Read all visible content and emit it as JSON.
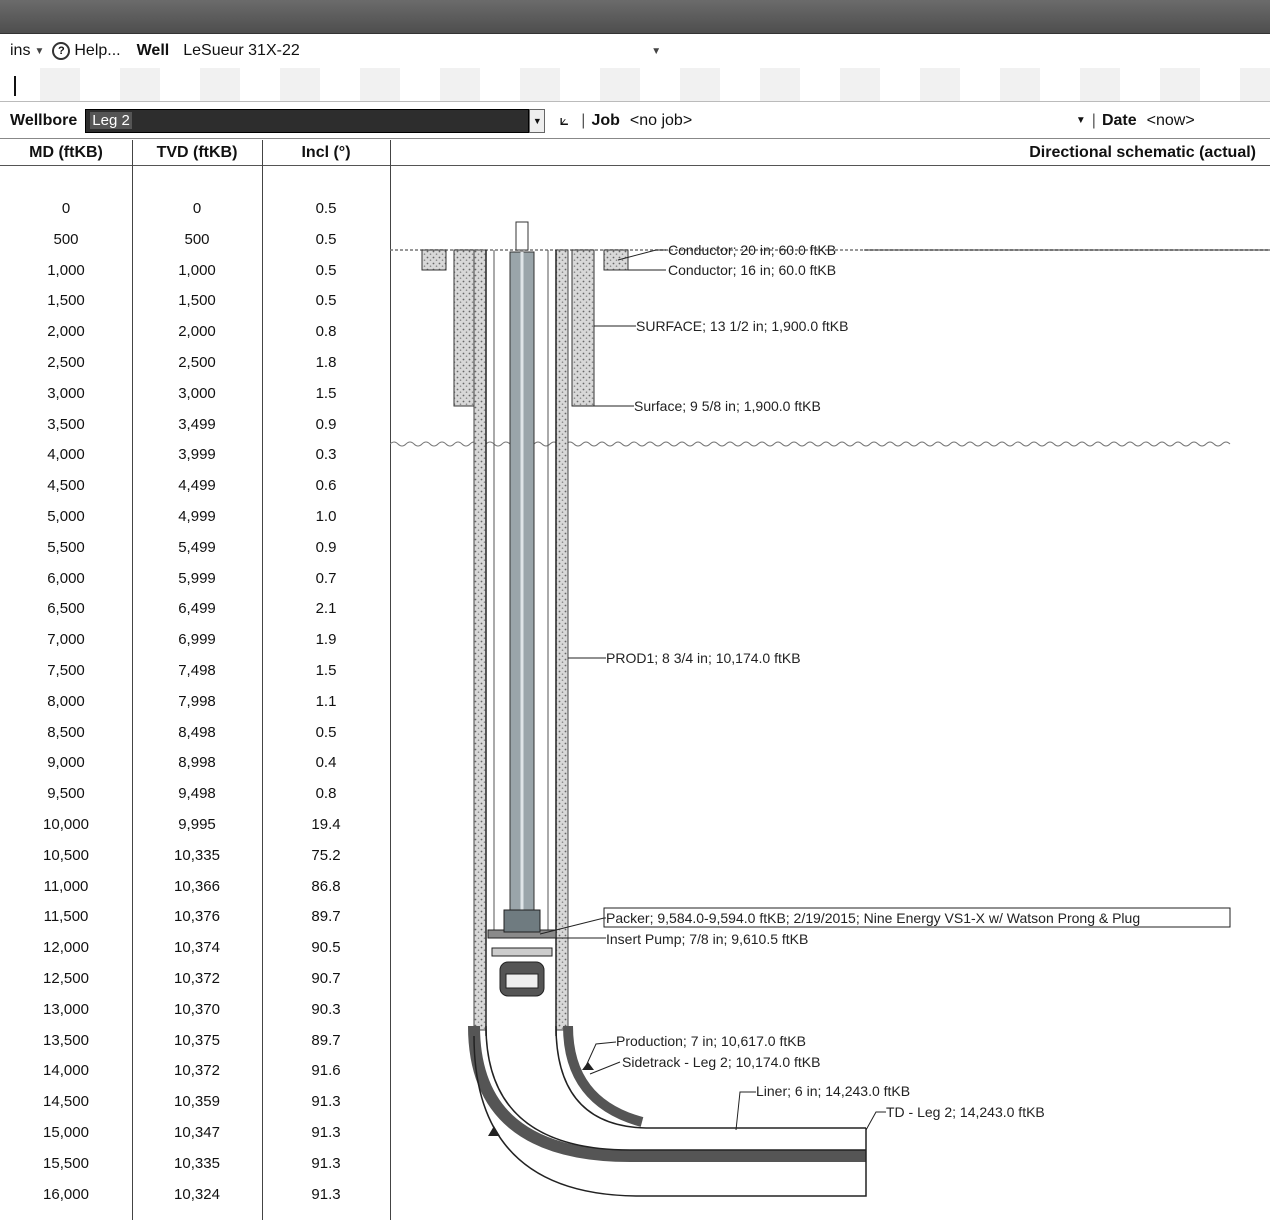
{
  "menu": {
    "ins_label": "ins",
    "help_label": "Help...",
    "well_label": "Well",
    "well_value": "LeSueur 31X-22"
  },
  "wellbar": {
    "wellbore_label": "Wellbore",
    "wellbore_value": "Leg 2",
    "job_label": "Job",
    "job_value": "<no job>",
    "date_label": "Date",
    "date_value": "<now>"
  },
  "columns": {
    "md": "MD (ftKB)",
    "tvd": "TVD (ftKB)",
    "incl": "Incl (°)",
    "schematic": "Directional schematic (actual)"
  },
  "rows": [
    {
      "md": "0",
      "tvd": "0",
      "incl": "0.5"
    },
    {
      "md": "500",
      "tvd": "500",
      "incl": "0.5"
    },
    {
      "md": "1,000",
      "tvd": "1,000",
      "incl": "0.5"
    },
    {
      "md": "1,500",
      "tvd": "1,500",
      "incl": "0.5"
    },
    {
      "md": "2,000",
      "tvd": "2,000",
      "incl": "0.8"
    },
    {
      "md": "2,500",
      "tvd": "2,500",
      "incl": "1.8"
    },
    {
      "md": "3,000",
      "tvd": "3,000",
      "incl": "1.5"
    },
    {
      "md": "3,500",
      "tvd": "3,499",
      "incl": "0.9"
    },
    {
      "md": "4,000",
      "tvd": "3,999",
      "incl": "0.3"
    },
    {
      "md": "4,500",
      "tvd": "4,499",
      "incl": "0.6"
    },
    {
      "md": "5,000",
      "tvd": "4,999",
      "incl": "1.0"
    },
    {
      "md": "5,500",
      "tvd": "5,499",
      "incl": "0.9"
    },
    {
      "md": "6,000",
      "tvd": "5,999",
      "incl": "0.7"
    },
    {
      "md": "6,500",
      "tvd": "6,499",
      "incl": "2.1"
    },
    {
      "md": "7,000",
      "tvd": "6,999",
      "incl": "1.9"
    },
    {
      "md": "7,500",
      "tvd": "7,498",
      "incl": "1.5"
    },
    {
      "md": "8,000",
      "tvd": "7,998",
      "incl": "1.1"
    },
    {
      "md": "8,500",
      "tvd": "8,498",
      "incl": "0.5"
    },
    {
      "md": "9,000",
      "tvd": "8,998",
      "incl": "0.4"
    },
    {
      "md": "9,500",
      "tvd": "9,498",
      "incl": "0.8"
    },
    {
      "md": "10,000",
      "tvd": "9,995",
      "incl": "19.4"
    },
    {
      "md": "10,500",
      "tvd": "10,335",
      "incl": "75.2"
    },
    {
      "md": "11,000",
      "tvd": "10,366",
      "incl": "86.8"
    },
    {
      "md": "11,500",
      "tvd": "10,376",
      "incl": "89.7"
    },
    {
      "md": "12,000",
      "tvd": "10,374",
      "incl": "90.5"
    },
    {
      "md": "12,500",
      "tvd": "10,372",
      "incl": "90.7"
    },
    {
      "md": "13,000",
      "tvd": "10,370",
      "incl": "90.3"
    },
    {
      "md": "13,500",
      "tvd": "10,375",
      "incl": "89.7"
    },
    {
      "md": "14,000",
      "tvd": "10,372",
      "incl": "91.6"
    },
    {
      "md": "14,500",
      "tvd": "10,359",
      "incl": "91.3"
    },
    {
      "md": "15,000",
      "tvd": "10,347",
      "incl": "91.3"
    },
    {
      "md": "15,500",
      "tvd": "10,335",
      "incl": "91.3"
    },
    {
      "md": "16,000",
      "tvd": "10,324",
      "incl": "91.3"
    }
  ],
  "schematic_labels": {
    "conductor20": "Conductor; 20 in; 60.0 ftKB",
    "conductor16": "Conductor; 16 in; 60.0 ftKB",
    "surface13": "SURFACE; 13 1/2 in; 1,900.0 ftKB",
    "surface9": "Surface; 9 5/8 in; 1,900.0 ftKB",
    "prod1": "PROD1; 8 3/4 in; 10,174.0 ftKB",
    "packer": "Packer; 9,584.0-9,594.0 ftKB; 2/19/2015; Nine Energy VS1-X w/ Watson Prong & Plug",
    "insert_pump": "Insert Pump; 7/8 in; 9,610.5 ftKB",
    "production": "Production; 7 in; 10,617.0 ftKB",
    "sidetrack": "Sidetrack - Leg 2; 10,174.0 ftKB",
    "liner": "Liner; 6 in; 14,243.0 ftKB",
    "td": "TD - Leg 2; 14,243.0 ftKB"
  }
}
